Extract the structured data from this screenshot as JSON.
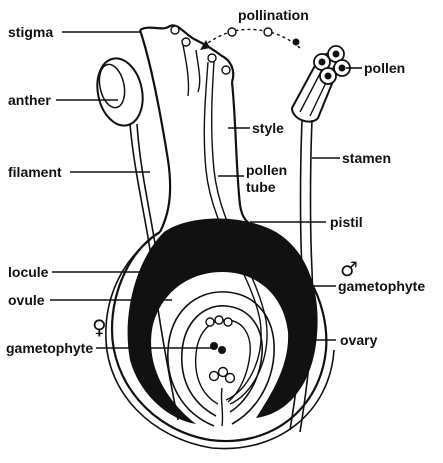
{
  "labels": {
    "pollination": "pollination",
    "stigma": "stigma",
    "pollen": "pollen",
    "anther": "anther",
    "style": "style",
    "filament": "filament",
    "stamen": "stamen",
    "pollen_tube_line1": "pollen",
    "pollen_tube_line2": "tube",
    "pistil": "pistil",
    "locule": "locule",
    "ovule": "ovule",
    "male_symbol": "♂",
    "male_gametophyte": "gametophyte",
    "female_symbol": "♀",
    "female_gametophyte": "gametophyte",
    "ovary": "ovary"
  },
  "colors": {
    "ink": "#111111",
    "background": "#ffffff"
  }
}
